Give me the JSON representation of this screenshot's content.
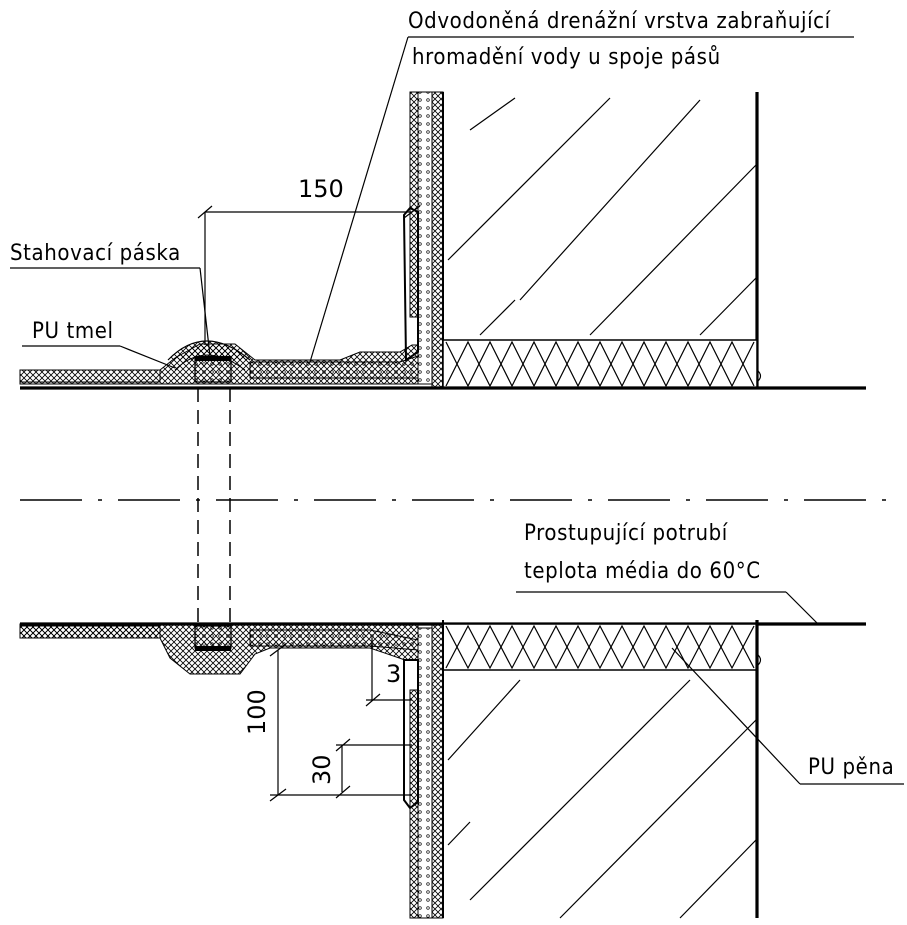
{
  "drawing": {
    "labels": {
      "drainage_line1": "Odvodoněná drenážní vrstva zabraňující",
      "drainage_line2": "hromadění vody u spoje pásů",
      "strap": "Stahovací páska",
      "pu_sealant": "PU tmel",
      "pipe_line1": "Prostupující potrubí",
      "pipe_line2": "teplota média do 60°C",
      "pu_foam": "PU pěna"
    },
    "dimensions": {
      "overlap_horizontal": "150",
      "upstand_height": "100",
      "lap_30": "30",
      "lap_3": "3"
    }
  }
}
